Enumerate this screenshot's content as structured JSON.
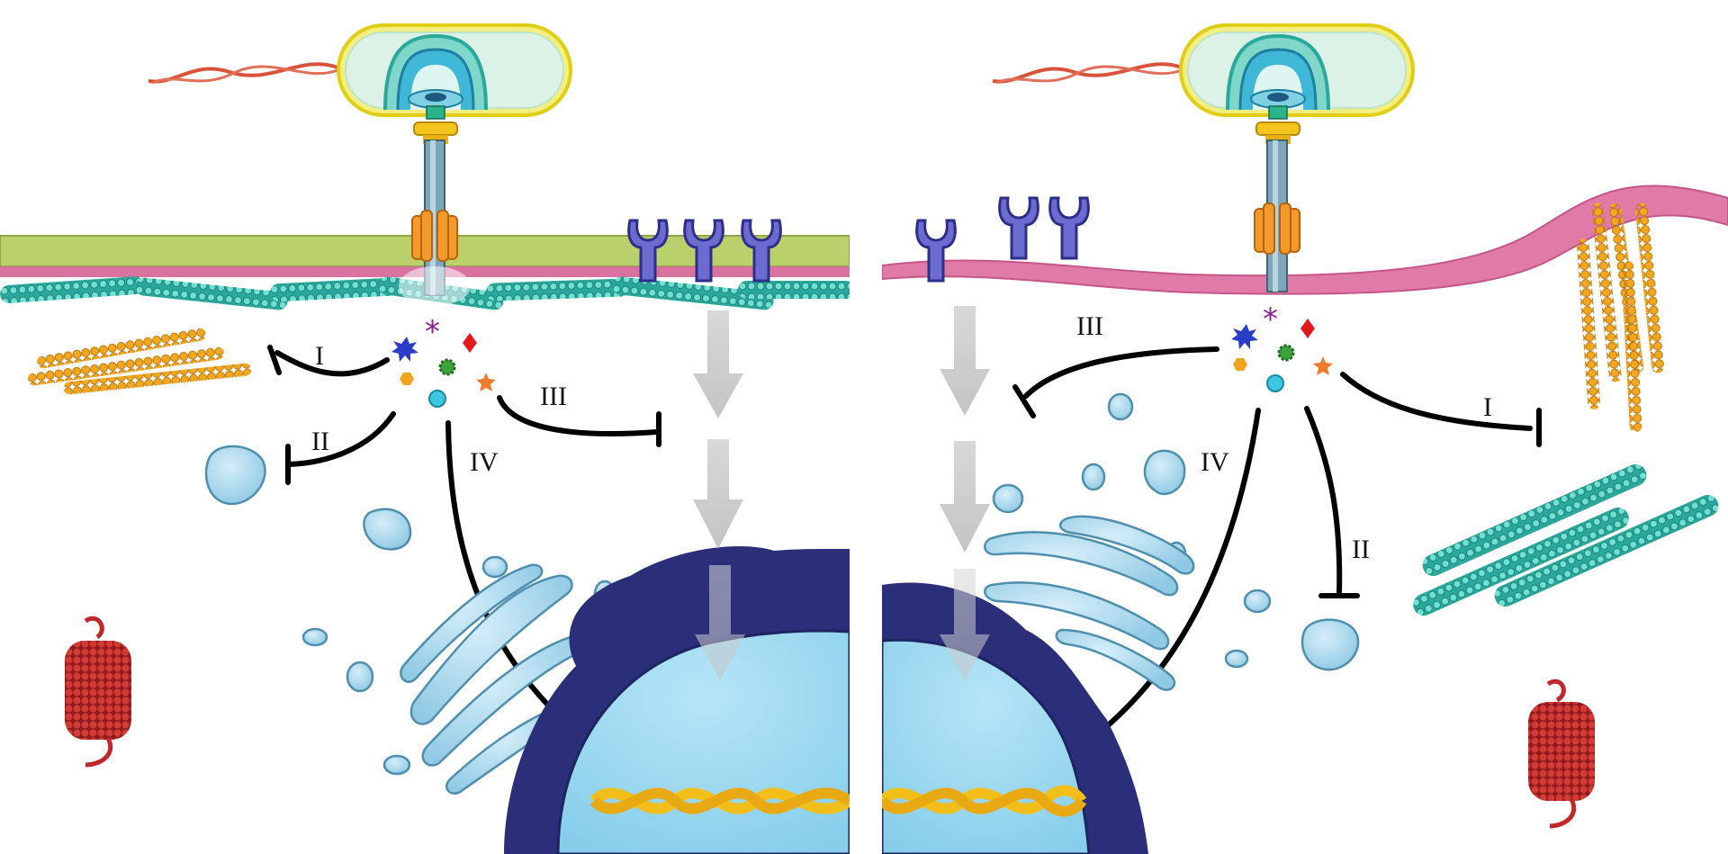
{
  "diagram": {
    "left_panel": {
      "labels": {
        "I": "I",
        "II": "II",
        "III": "III",
        "IV": "IV"
      }
    },
    "right_panel": {
      "labels": {
        "I": "I",
        "II": "II",
        "III": "III",
        "IV": "IV"
      }
    },
    "colors": {
      "membrane_green": "#b8cf6a",
      "membrane_pink": "#e07aa6",
      "microtubule": "#3fc1b3",
      "actin": "#f0a020",
      "receptor": "#6a6ac8",
      "vesicle": "#a8d8ef",
      "nucleus": "#9ad8f2",
      "nuclear_envelope": "#2b2f7a",
      "dna": "#f4c020",
      "protein_red": "#c0262a",
      "inhibition_line": "#000000",
      "signal_arrow": "#cfcfcf"
    },
    "icons": [
      "bacterium-icon",
      "flagellum-icon",
      "secretion-system-icon",
      "receptor-icon",
      "effector-icons",
      "dna-helix-icon",
      "protein-complex-icon"
    ]
  }
}
